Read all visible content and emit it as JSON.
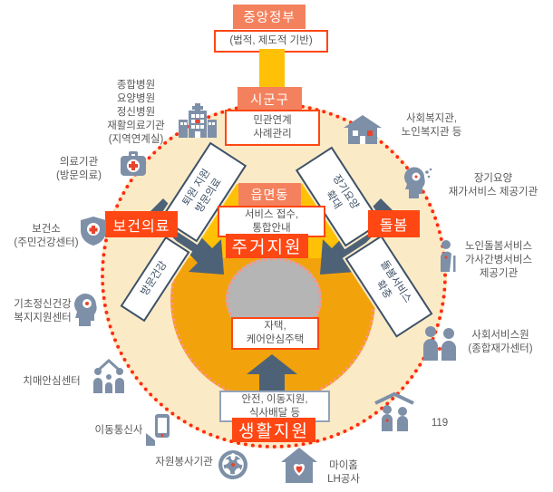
{
  "top": {
    "central_gov": "중앙정부",
    "legal_basis": "(법적, 제도적 기반)",
    "sigungu": "시군구",
    "case_mgmt": "민관연계\n사례관리"
  },
  "hub": {
    "eupmyeondong": "읍면동",
    "intake": "서비스 접수,\n통합안내",
    "housing_support": "주거지원",
    "home": "자택,\n케어안심주택",
    "life_services": "안전,  이동지원,\n식사배달 등",
    "living_support": "생활지원"
  },
  "domains": {
    "health": {
      "label": "보건의료",
      "measure1": "퇴원 지원\n방문의료",
      "measure2": "방문건강"
    },
    "care": {
      "label": "돌봄",
      "measure1": "장기요양\n확대",
      "measure2": "돌봄서비스\n확충"
    }
  },
  "left_orgs": [
    {
      "icon": "hospital-icon",
      "text": "종합병원\n요양병원\n정신병원\n재활의료기관\n(지역연계실)"
    },
    {
      "icon": "medical-bag-icon",
      "text": "의료기관\n(방문의료)"
    },
    {
      "icon": "shield-cross-icon",
      "text": "보건소\n(주민건강센터)"
    },
    {
      "icon": "mental-health-head-icon",
      "text": "기초정신건강\n복지지원센터"
    },
    {
      "icon": "family-roof-icon",
      "text": "치매안심센터"
    },
    {
      "icon": "mobile-phone-icon",
      "text": "이동통신사"
    },
    {
      "icon": "volunteer-globe-icon",
      "text": "자원봉사기관"
    }
  ],
  "right_orgs": [
    {
      "icon": "welfare-house-icon",
      "text": "사회복지관,\n노인복지관 등"
    },
    {
      "icon": "senior-head-icon",
      "text": "장기요양\n재가서비스 제공기관"
    },
    {
      "icon": "elderly-cane-icon",
      "text": "노인돌봄서비스\n가사간병서비스\n제공기관"
    },
    {
      "icon": "couple-icon",
      "text": "사회서비스원\n(종합재가센터)"
    },
    {
      "icon": "rescue-roof-icon",
      "text": "119"
    },
    {
      "icon": "home-heart-icon",
      "text": "마이홈\nLH공사"
    }
  ],
  "colors": {
    "accent_red": "#FF4713",
    "salmon": "#F4815D",
    "gold": "#FFC106",
    "ring_orange": "#F2A30B",
    "ring_cream": "#FBEAC6",
    "center_gray": "#B5B5B5",
    "arrow_slate": "#4E6277",
    "icon_slate": "#7E90A8",
    "label_gray": "#595959",
    "outer_dot": "#FF2B12",
    "inner_dot": "#FF9382"
  }
}
